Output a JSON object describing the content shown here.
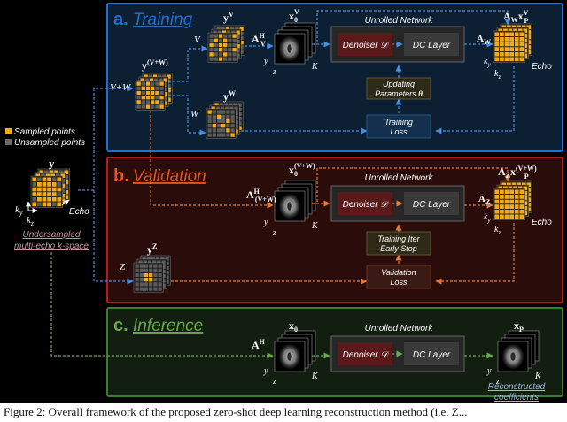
{
  "colors": {
    "training": "#1e6fd1",
    "training_bg": "#0c1f33",
    "validation": "#b01e14",
    "validation_bg": "#2a0c0a",
    "inference": "#3e7a30",
    "inference_bg": "#121f10",
    "sampled": "#f2a91a",
    "unsampled": "#5a5a5a",
    "denoiser": "#5a1a1a",
    "dc_layer": "#3a3a3a",
    "train_arrow": "#4a8de0",
    "val_arrow": "#e07a3a",
    "inf_arrow": "#6aa84f",
    "link_text": "#c8a0a0",
    "label_text": "#ffffff"
  },
  "panels": {
    "training": {
      "letter": "a.",
      "title": "Training"
    },
    "validation": {
      "letter": "b.",
      "title": "Validation"
    },
    "inference": {
      "letter": "c.",
      "title": "Inference"
    }
  },
  "legend": {
    "sampled": "Sampled points",
    "unsampled": "Unsampled points"
  },
  "input": {
    "label": "y",
    "caption_line1": "Undersampled",
    "caption_line2": "multi-echo k-space",
    "axis_ky": "k",
    "axis_ky_sub": "y",
    "axis_kz": "k",
    "axis_kz_sub": "z",
    "axis_echo": "Echo"
  },
  "split_labels": {
    "vw": "V+W",
    "z": "Z",
    "v": "V",
    "w": "W"
  },
  "tensors": {
    "y_vw": {
      "base": "y",
      "sup": "(V+W)"
    },
    "y_v": {
      "base": "y",
      "sup": "V"
    },
    "y_w": {
      "base": "y",
      "sup": "W"
    },
    "y_z": {
      "base": "y",
      "sup": "Z"
    },
    "a_vh": {
      "base": "A",
      "sup": "H",
      "sub": "V"
    },
    "x0_v": {
      "base": "x",
      "sub": "0",
      "sup": "V"
    },
    "aw_xp": {
      "base": "A",
      "sub": "W",
      "base2": "x",
      "sub2": "P",
      "sup2": "V"
    },
    "a_w": {
      "base": "A",
      "sub": "W"
    },
    "a_vwh": {
      "base": "A",
      "sup": "H",
      "sub": "(V+W)"
    },
    "x0_vw": {
      "base": "x",
      "sub": "0",
      "sup": "(V+W)"
    },
    "az_xp": {
      "base": "A",
      "sub": "Z",
      "base2": "x",
      "sub2": "P",
      "sup2": "(V+W)"
    },
    "a_z": {
      "base": "A",
      "sub": "Z"
    },
    "a_h": {
      "base": "A",
      "sup": "H"
    },
    "x0": {
      "base": "x",
      "sub": "0"
    },
    "xp": {
      "base": "x",
      "sub": "P"
    }
  },
  "network": {
    "title": "Unrolled Network",
    "denoiser": "Denoiser",
    "denoiser_symbol": "𝒟",
    "dc_layer": "DC Layer"
  },
  "training_boxes": {
    "update_line1": "Updating",
    "update_line2": "Parameters",
    "update_symbol": "θ",
    "loss_line1": "Training",
    "loss_line2": "Loss"
  },
  "validation_boxes": {
    "iter_line1": "Training Iter",
    "iter_line2": "Early Stop",
    "loss_line1": "Validation",
    "loss_line2": "Loss"
  },
  "image_axes": {
    "y": "y",
    "z": "z",
    "k": "K"
  },
  "output": {
    "caption_line1": "Reconstructed",
    "caption_line2": "coefficients"
  },
  "figure_caption": "Figure 2: Overall framework of the proposed zero-shot deep learning reconstruction method (i.e. Z..."
}
